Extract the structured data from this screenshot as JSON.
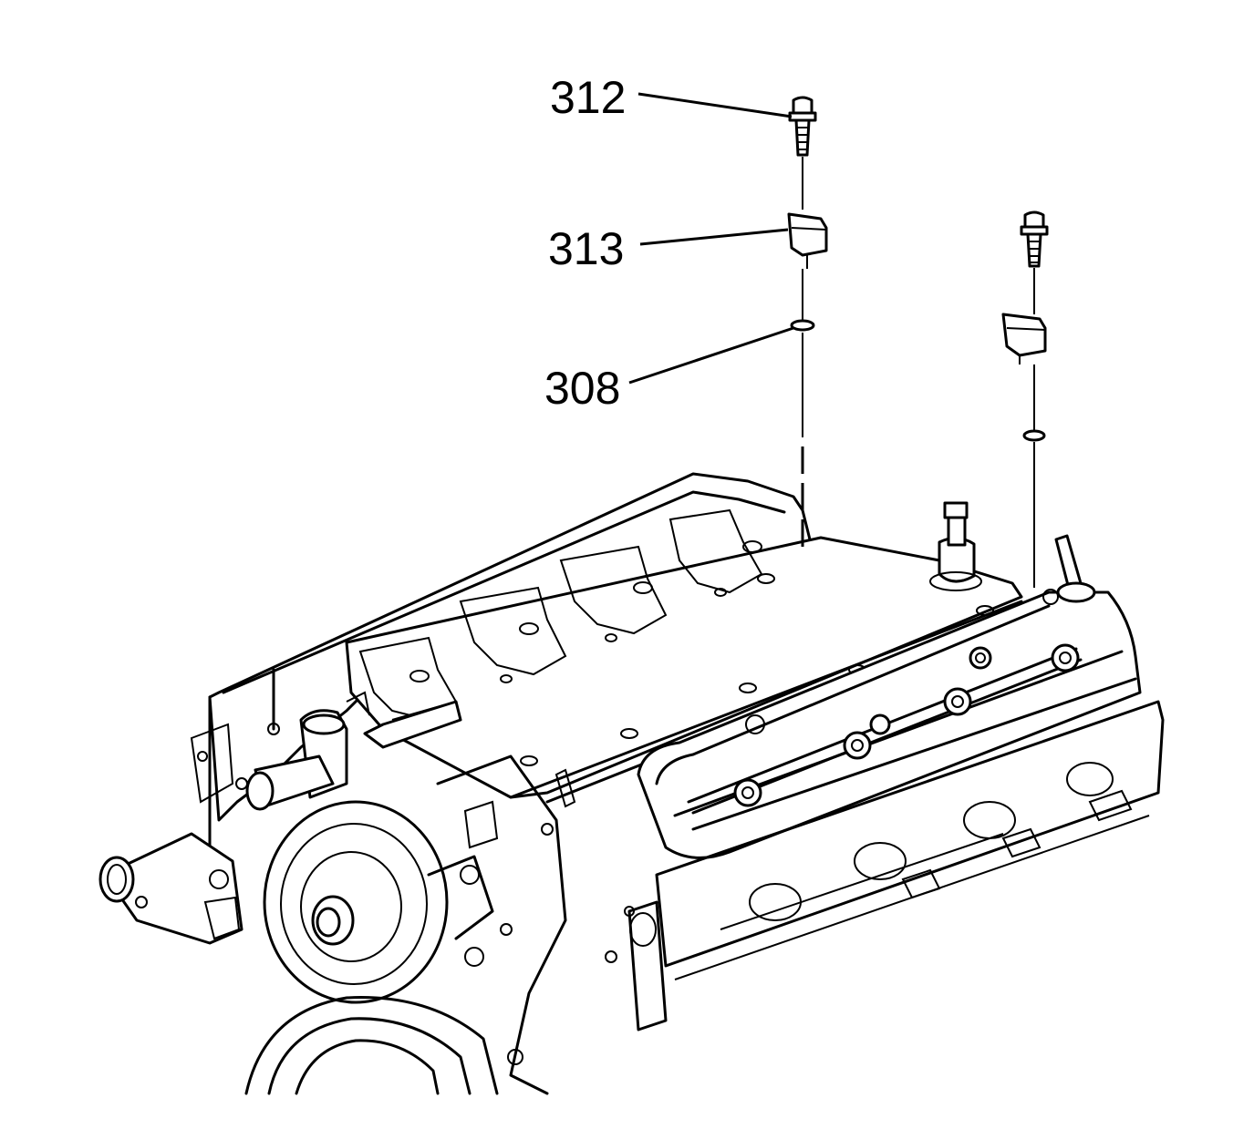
{
  "callouts": [
    {
      "id": "312",
      "label": "312"
    },
    {
      "id": "313",
      "label": "313"
    },
    {
      "id": "308",
      "label": "308"
    }
  ],
  "colors": {
    "line": "#000000",
    "background": "#ffffff"
  }
}
